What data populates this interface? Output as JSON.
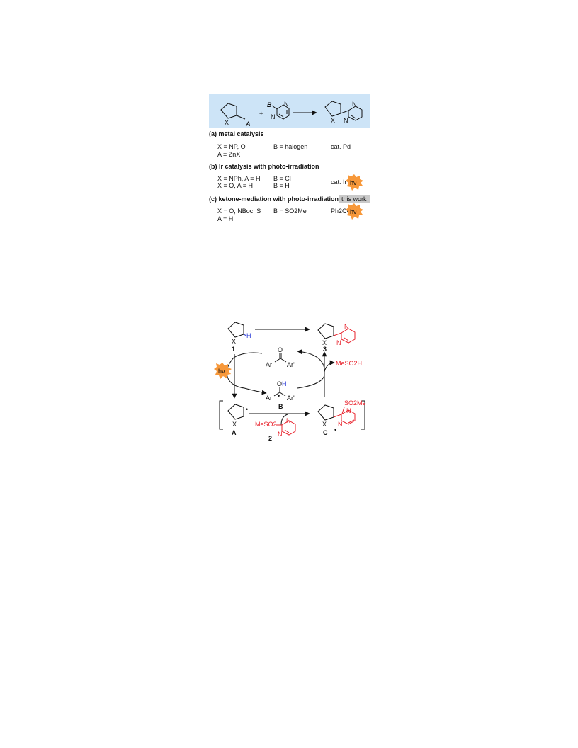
{
  "scheme": {
    "header_labels": {
      "x": "X",
      "a": "A",
      "plus": "+",
      "b": "B",
      "n": "N"
    },
    "sections": [
      {
        "title": "(a) metal catalysis",
        "col1": [
          "X = NP, O",
          "A = ZnX"
        ],
        "col2": [
          "B = halogen"
        ],
        "col3": "cat. Pd"
      },
      {
        "title": "(b) Ir catalysis with photo-irradiation",
        "col1": [
          "X = NPh, A = H",
          "X = O, A = H"
        ],
        "col2": [
          "B = Cl",
          "B = H"
        ],
        "col3": "cat. Ir",
        "badge": "hν"
      },
      {
        "title": "(c) ketone-mediation with photo-irradiation",
        "tag": "this work",
        "col1": [
          "X = O, NBoc, S",
          "A = H"
        ],
        "col2": [
          "B = SO2Me"
        ],
        "col3": "Ph2CO",
        "badge": "hν"
      }
    ]
  },
  "mechanism": {
    "compounds": {
      "c1": "1",
      "c2": "2",
      "c3": "3",
      "A": "A",
      "B": "B",
      "C": "C"
    },
    "atoms": {
      "x": "X",
      "h": "H",
      "n": "N",
      "o": "O",
      "ar": "Ar",
      "ar_prime": "Ar'",
      "so2me": "SO2Me",
      "meso2": "MeSO2",
      "meso2h": "MeSO2H",
      "dot": "•"
    },
    "badge": "hν",
    "colors": {
      "reagent": "#e8202a",
      "hydrogen": "#2b3cd8",
      "highlight_box": "#cde4f7",
      "badge": "#f7983a",
      "tag": "#c9c9c9"
    }
  }
}
